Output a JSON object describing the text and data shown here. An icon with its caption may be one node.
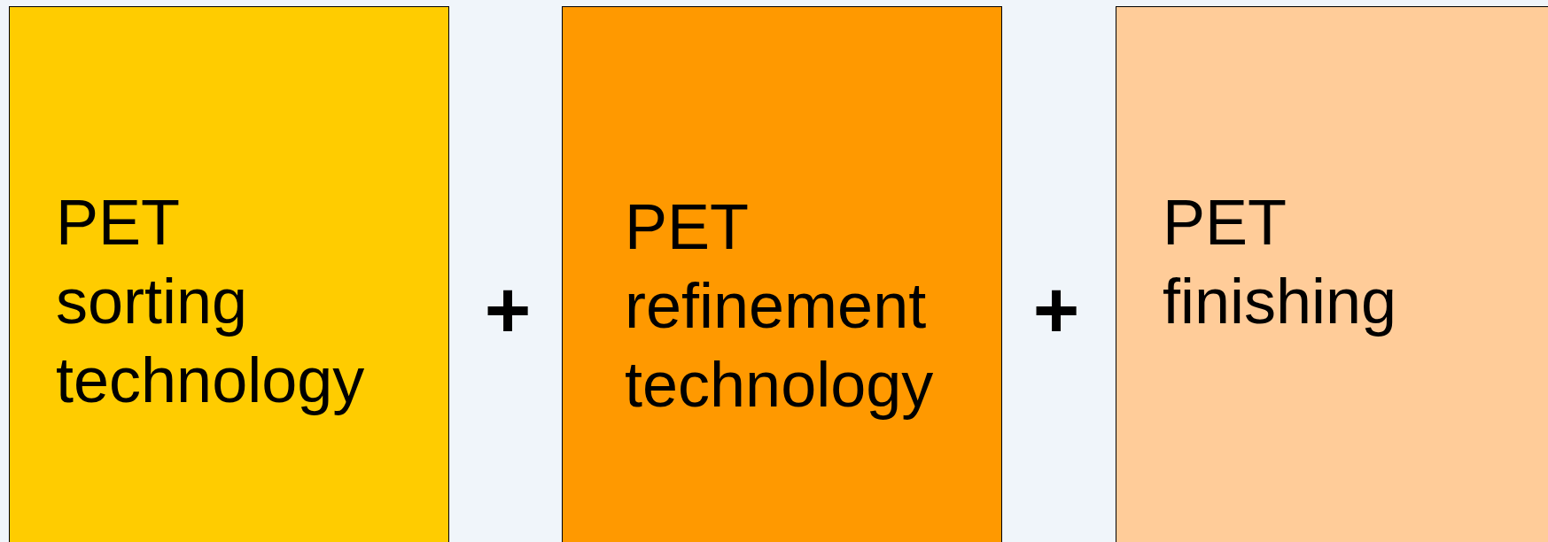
{
  "diagram": {
    "nodes": [
      {
        "text": [
          "PET",
          "sorting technology"
        ]
      },
      {
        "text": [
          "PET",
          "refinement technology"
        ]
      },
      {
        "text": [
          "PET",
          "finishing"
        ]
      }
    ],
    "labels": [
      "+",
      "+"
    ]
  }
}
